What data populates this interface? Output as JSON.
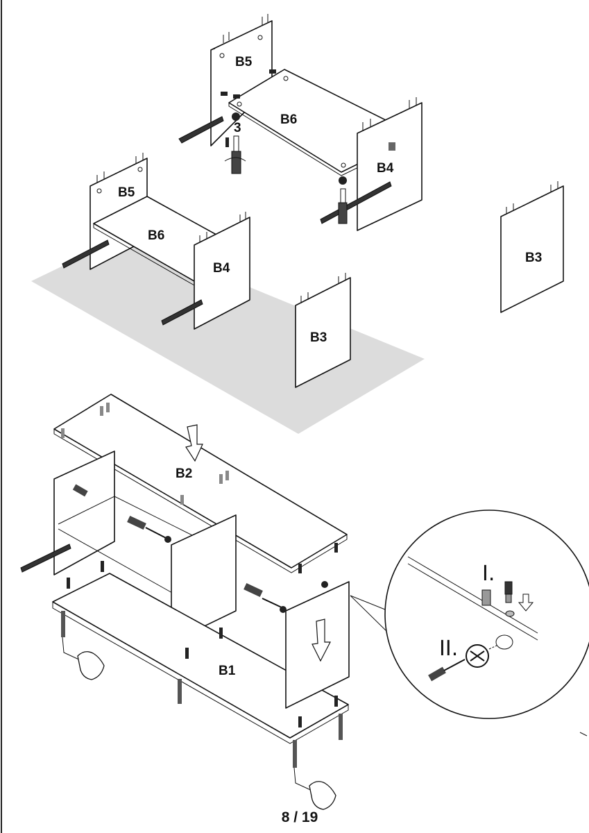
{
  "parts": {
    "b5_top": "B5",
    "b6_top": "B6",
    "b4_top": "B4",
    "b5_left": "B5",
    "b6_left": "B6",
    "b4_left": "B4",
    "b3_mid": "B3",
    "b3_right": "B3",
    "b2": "B2",
    "b1": "B1"
  },
  "steps": {
    "step1": "I.",
    "step2": "II."
  },
  "callout_number": "3",
  "page_number": "8 / 19"
}
